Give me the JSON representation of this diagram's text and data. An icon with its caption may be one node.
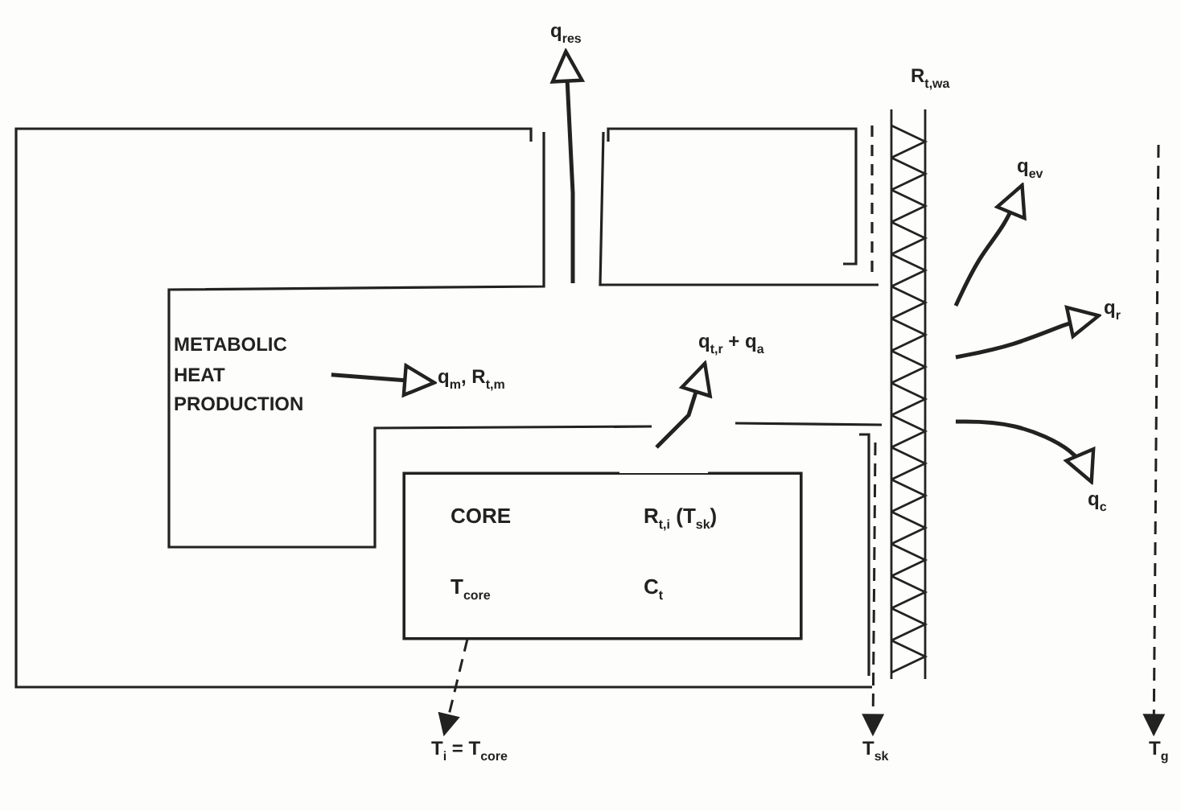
{
  "diagram": {
    "nodes": [
      {
        "text": [
          "q$_{res}$"
        ]
      },
      {
        "text": [
          "q$_{ev}$"
        ]
      },
      {
        "text": [
          "METABOLIC HEAT PRODUCTION"
        ]
      },
      {
        "text": [
          "q$_{m}$, R$_{t,m}$"
        ]
      },
      {
        "text": [
          "q$_{t,r}$ + q$_{a}$"
        ]
      },
      {
        "text": [
          "q$_{r}$"
        ]
      },
      {
        "text": [
          "q$_{c}$"
        ]
      },
      {
        "text": [
          "CORE",
          "R$_{t,i}$  (T$_{sk}$)",
          "T$_{core}$",
          "C$_{t}$"
        ]
      },
      {
        "text": [
          "T$_{i}$ = T$_{core}$"
        ]
      },
      {
        "text": [
          "T$_{sk}$"
        ]
      },
      {
        "text": [
          "T$_{g}$"
        ]
      }
    ],
    "edges": [
      {
        "from": null,
        "to": 0,
        "arrow": "to"
      },
      {
        "from": 2,
        "to": 3,
        "arrow": "to"
      },
      {
        "from": null,
        "to": 4,
        "arrow": "to"
      },
      {
        "from": null,
        "to": 1,
        "arrow": "to"
      },
      {
        "from": null,
        "to": 5,
        "arrow": "to"
      },
      {
        "from": null,
        "to": 6,
        "arrow": "to"
      },
      {
        "from": 7,
        "to": 8,
        "arrow": "to",
        "style": "dashed"
      },
      {
        "from": null,
        "to": 9,
        "arrow": "to",
        "style": "dashed"
      },
      {
        "from": null,
        "to": 10,
        "arrow": "to",
        "style": "dashed"
      }
    ],
    "labels": [
      "R$_{t,wa}$"
    ]
  }
}
